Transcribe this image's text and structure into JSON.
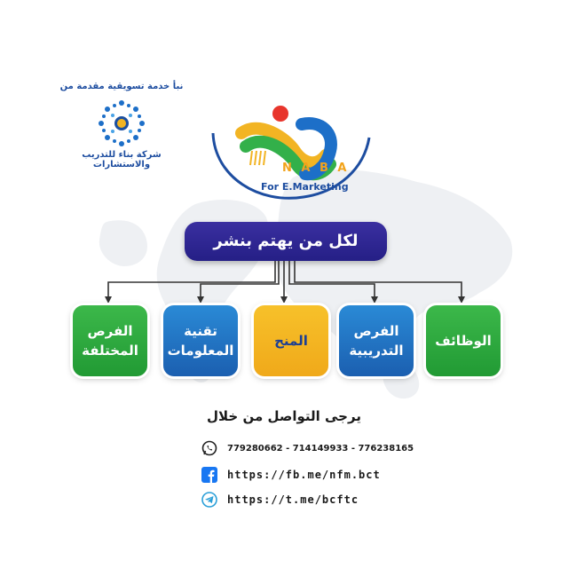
{
  "company": {
    "tagline": "نبأ خدمة تسويقية مقدمة من",
    "name": "شركة بناء للتدريب والاستشارات"
  },
  "brand": {
    "name": "N A B A",
    "subtitle": "For E.Marketing"
  },
  "header": {
    "title": "لكل من يهتم بنشر"
  },
  "categories": [
    {
      "label": "الفرص المختلفة",
      "color": "#2ea63f"
    },
    {
      "label": "تقنية المعلومات",
      "color": "#1f6fc0"
    },
    {
      "label": "المنح",
      "color": "#f4b621"
    },
    {
      "label": "الفرص التدريبية",
      "color": "#1f6fc0"
    },
    {
      "label": "الوظائف",
      "color": "#2ea63f"
    }
  ],
  "contact": {
    "title": "يرجى التواصل من خلال",
    "phones": "779280662 - 714149933 - 776238165",
    "facebook": "https://fb.me/nfm.bct",
    "telegram": "https://t.me/bcftc"
  },
  "icons": {
    "phone": "whatsapp-icon",
    "facebook": "facebook-icon",
    "telegram": "telegram-icon"
  }
}
